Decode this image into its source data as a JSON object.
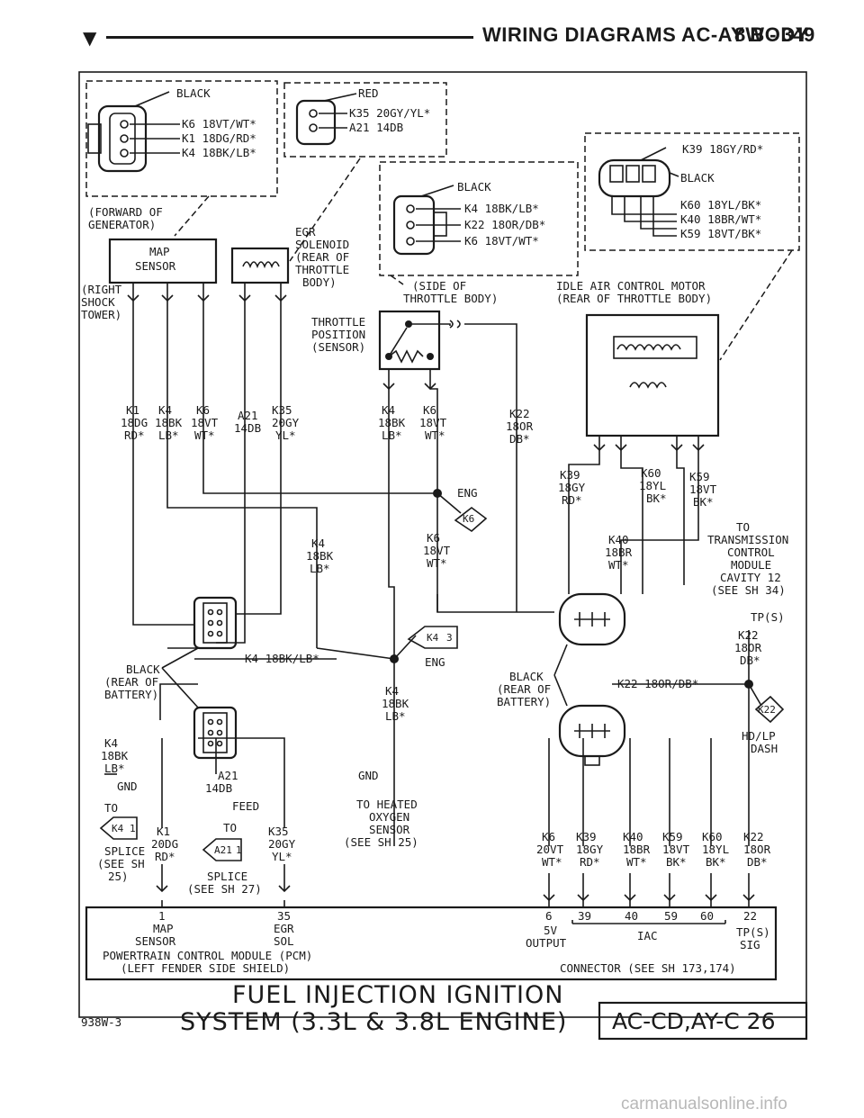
{
  "header": {
    "title": "WIRING DIAGRAMS AC-AY BODY",
    "page": "8W - 349"
  },
  "connectors": {
    "generator": {
      "color": "BLACK",
      "wires": [
        "K6 18VT/WT*",
        "K1 18DG/RD*",
        "K4 18BK/LB*"
      ],
      "location": [
        "(FORWARD OF",
        "GENERATOR)"
      ]
    },
    "egr": {
      "color": "RED",
      "wires": [
        "K35 20GY/YL*",
        "A21 14DB"
      ]
    },
    "tps": {
      "color": "BLACK",
      "wires": [
        "K4 18BK/LB*",
        "K22 18OR/DB*",
        "K6 18VT/WT*"
      ],
      "location": [
        "(SIDE OF",
        "THROTTLE BODY)"
      ]
    },
    "iac": {
      "color": "BLACK",
      "wires": [
        "K39 18GY/RD*",
        "K60 18YL/BK*",
        "K40 18BR/WT*",
        "K59 18VT/BK*"
      ],
      "location": [
        "IDLE AIR CONTROL MOTOR",
        "(REAR OF THROTTLE BODY)"
      ]
    }
  },
  "components": {
    "map": [
      "MAP",
      "SENSOR"
    ],
    "shock": [
      "(RIGHT",
      "SHOCK",
      "TOWER)"
    ],
    "egr_sol": [
      "EGR",
      "SOLENOID",
      "(REAR OF",
      "THROTTLE",
      "BODY)"
    ],
    "tps": [
      "THROTTLE",
      "POSITION",
      "(SENSOR)"
    ]
  },
  "wires": {
    "k1": [
      "K1",
      "18DG",
      "RD*"
    ],
    "k4": [
      "K4",
      "18BK",
      "LB*"
    ],
    "k6": [
      "K6",
      "18VT",
      "WT*"
    ],
    "a21": [
      "A21",
      "14DB"
    ],
    "k35": [
      "K35",
      "20GY",
      "YL*"
    ],
    "tk4": [
      "K4",
      "18BK",
      "LB*"
    ],
    "tk6": [
      "K6",
      "18VT",
      "WT*"
    ],
    "k22": [
      "K22",
      "18OR",
      "DB*"
    ],
    "k39": [
      "K39",
      "18GY",
      "RD*"
    ],
    "k60": [
      "K60",
      "18YL",
      "BK*"
    ],
    "k59": [
      "K59",
      "18VT",
      "BK*"
    ],
    "mid_k4": [
      "K4",
      "18BK",
      "LB*"
    ],
    "mid_k6": [
      "K6",
      "18VT",
      "WT*"
    ],
    "k40": [
      "K40",
      "18BR",
      "WT*"
    ],
    "k4_run": "K4 18BK/LB*",
    "k22_run": "K22 18OR/DB*",
    "k4_low": [
      "K4",
      "18BK",
      "LB*"
    ],
    "k4_left": [
      "K4",
      "18BK",
      "LB*"
    ],
    "a21_low": [
      "A21",
      "14DB"
    ],
    "k1_low": [
      "K1",
      "20DG",
      "RD*"
    ],
    "k35_low": [
      "K35",
      "20GY",
      "YL*"
    ],
    "tcm_k22": [
      "K22",
      "18OR",
      "DB*"
    ]
  },
  "labels": {
    "eng": "ENG",
    "eng2": "ENG",
    "k6_tag": "K6",
    "k4_3": "K4",
    "k4_3n": "3",
    "k4_1": "K4",
    "k4_1n": "1",
    "a21_1": "A21",
    "a21_1n": "1",
    "k22_tag": "K22",
    "gnd": "GND",
    "gnd2": "GND",
    "to": "TO",
    "feed": "FEED",
    "to2": "TO",
    "black_bat1": [
      "BLACK",
      "(REAR OF",
      "BATTERY)"
    ],
    "black_bat2": [
      "BLACK",
      "(REAR OF",
      "BATTERY)"
    ],
    "splice_left": [
      "SPLICE",
      "(SEE SH",
      "25)"
    ],
    "splice_mid": [
      "SPLICE",
      "(SEE SH 27)"
    ],
    "o2": [
      "TO HEATED",
      "OXYGEN",
      "SENSOR",
      "(SEE SH 25)"
    ],
    "tcm": [
      "TO",
      "TRANSMISSION",
      "CONTROL",
      "MODULE",
      "CAVITY 12",
      "(SEE SH 34)"
    ],
    "tps_tp": "TP(S)",
    "hdlp": [
      "HD/LP",
      "DASH"
    ]
  },
  "bottom_wires": {
    "w_k6": [
      "K6",
      "20VT",
      "WT*"
    ],
    "w_k39": [
      "K39",
      "18GY",
      "RD*"
    ],
    "w_k40": [
      "K40",
      "18BR",
      "WT*"
    ],
    "w_k59": [
      "K59",
      "18VT",
      "BK*"
    ],
    "w_k60": [
      "K60",
      "18YL",
      "BK*"
    ],
    "w_k22": [
      "K22",
      "18OR",
      "DB*"
    ]
  },
  "pcm": {
    "pins": {
      "p1": "1",
      "p35": "35",
      "p6": "6",
      "p39": "39",
      "p40": "40",
      "p59": "59",
      "p60": "60",
      "p22": "22"
    },
    "funcs": {
      "map": [
        "MAP",
        "SENSOR"
      ],
      "egr": [
        "EGR",
        "SOL"
      ],
      "vout": [
        "5V",
        "OUTPUT"
      ],
      "iac": "IAC",
      "tps": [
        "TP(S)",
        "SIG"
      ]
    },
    "name": [
      "POWERTRAIN CONTROL MODULE (PCM)",
      "(LEFT FENDER SIDE SHIELD)"
    ],
    "connector": "CONNECTOR (SEE SH 173,174)"
  },
  "footer": {
    "title": [
      "FUEL INJECTION IGNITION",
      "SYSTEM (3.3L & 3.8L ENGINE)"
    ],
    "id": "938W-3",
    "code": "AC-CD,AY-C 26"
  },
  "watermark": "carmanualsonline.info"
}
